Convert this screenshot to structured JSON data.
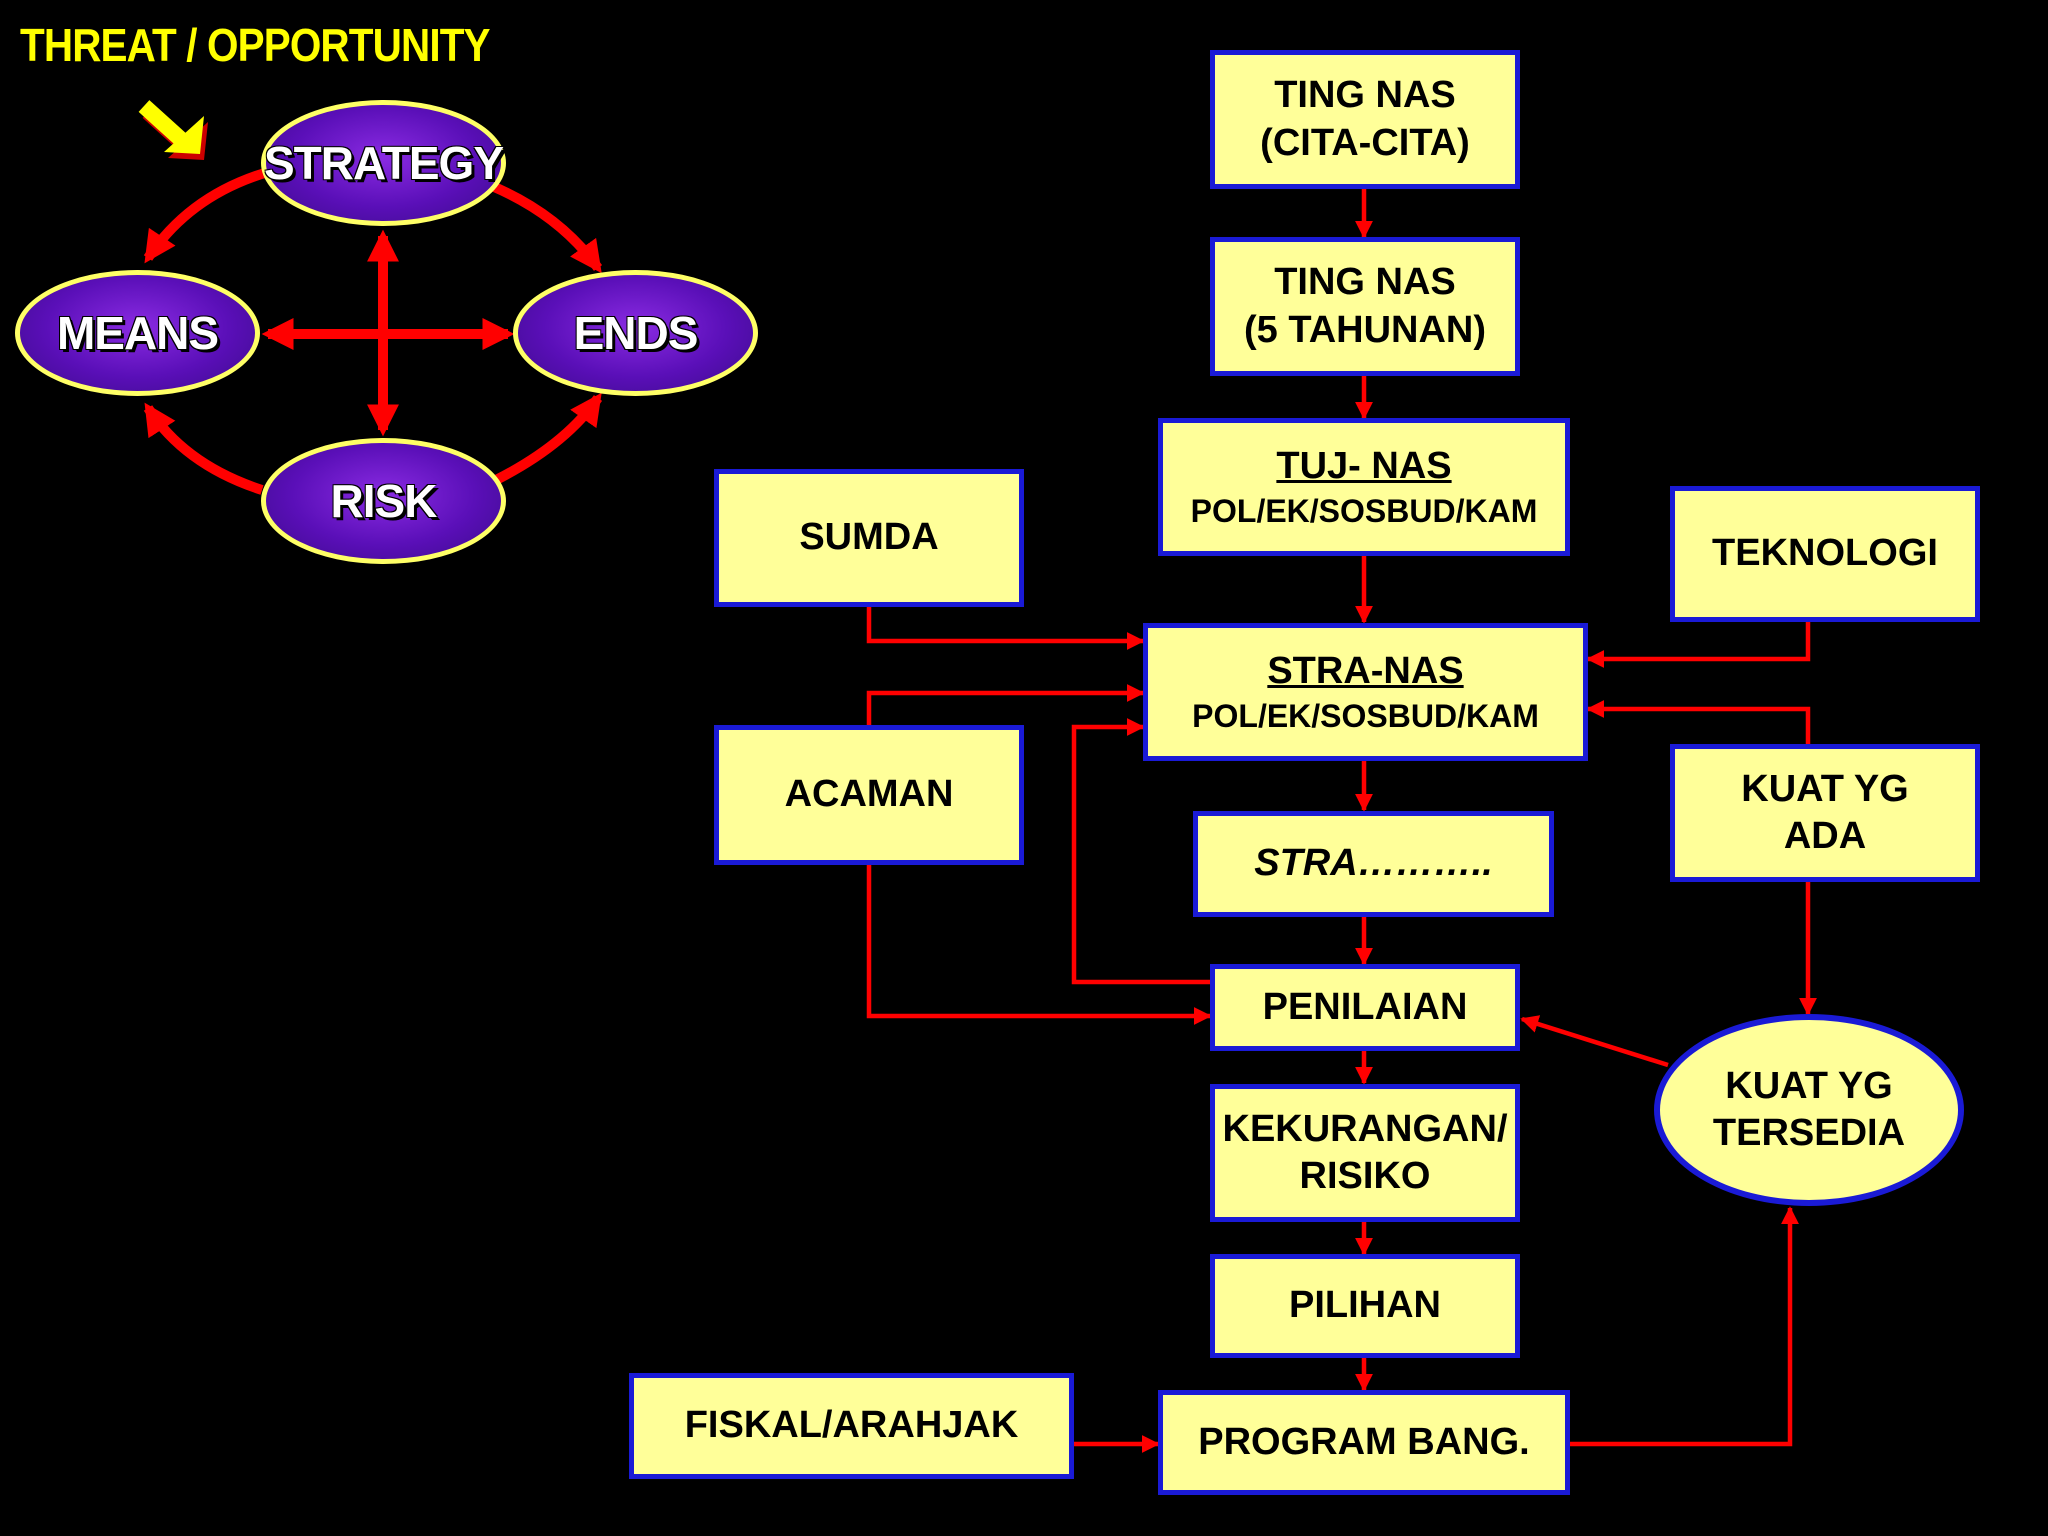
{
  "title": "THREAT / OPPORTUNITY",
  "cycle": {
    "strategy": "STRATEGY",
    "means": "MEANS",
    "ends": "ENDS",
    "risk": "RISK"
  },
  "boxes": {
    "ting_nas_cita": {
      "line1": "TING NAS",
      "line2": "(CITA-CITA)"
    },
    "ting_nas_5": {
      "line1": "TING NAS",
      "line2": "(5 TAHUNAN)"
    },
    "tuj_nas": {
      "line1": "TUJ- NAS",
      "line2": "POL/EK/SOSBUD/KAM"
    },
    "sumda": "SUMDA",
    "teknologi": "TEKNOLOGI",
    "stra_nas": {
      "line1": "STRA-NAS",
      "line2": "POL/EK/SOSBUD/KAM"
    },
    "acaman": "ACAMAN",
    "kuat_ada": {
      "line1": "KUAT YG",
      "line2": "ADA"
    },
    "stra": "STRA………..",
    "penilaian": "PENILAIAN",
    "kuat_tersedia": {
      "line1": "KUAT YG",
      "line2": "TERSEDIA"
    },
    "kekurangan": {
      "line1": "KEKURANGAN/",
      "line2": "RISIKO"
    },
    "pilihan": "PILIHAN",
    "fiskal": "FISKAL/ARAHJAK",
    "program": "PROGRAM BANG."
  },
  "colors": {
    "background": "#000000",
    "box_fill": "#ffff99",
    "box_border": "#1a1ad6",
    "arrow": "#ff0000",
    "oval_purple": "#5a0fb8",
    "title": "#ffff00"
  }
}
